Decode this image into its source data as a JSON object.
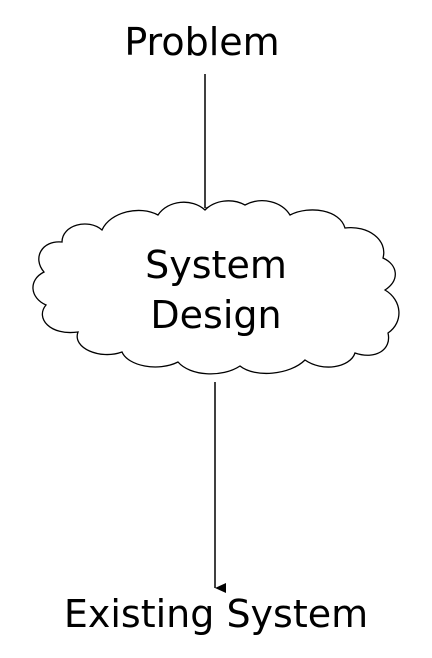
{
  "nodes": {
    "start": {
      "label": "Problem"
    },
    "process": {
      "line1": "System",
      "line2": "Design"
    },
    "end": {
      "label": "Existing System"
    }
  },
  "edges": [
    {
      "from": "start",
      "to": "process"
    },
    {
      "from": "process",
      "to": "end"
    }
  ]
}
